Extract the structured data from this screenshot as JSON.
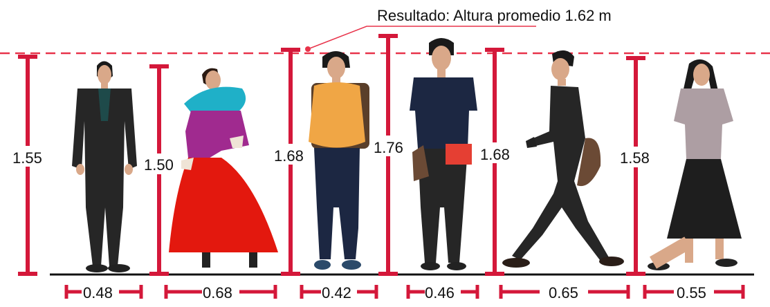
{
  "result": {
    "text": "Resultado: Altura promedio 1.62 m"
  },
  "colors": {
    "accent": "#d4183a",
    "dash": "#e8334a",
    "ground": "#111111"
  },
  "people": [
    {
      "id": "man-suit",
      "height": "1.55",
      "width": "0.48",
      "icon": "standing-man-suit-icon"
    },
    {
      "id": "woman-traditional",
      "height": "1.50",
      "width": "0.68",
      "icon": "woman-traditional-dress-icon"
    },
    {
      "id": "student-backpack",
      "height": "1.68",
      "width": "0.42",
      "icon": "student-backpack-icon"
    },
    {
      "id": "man-book",
      "height": "1.76",
      "width": "0.46",
      "icon": "man-holding-book-icon"
    },
    {
      "id": "man-walking",
      "height": "1.68",
      "width": "0.65",
      "icon": "walking-man-bag-icon"
    },
    {
      "id": "woman-skirt",
      "height": "1.58",
      "width": "0.55",
      "icon": "woman-skirt-icon"
    }
  ]
}
